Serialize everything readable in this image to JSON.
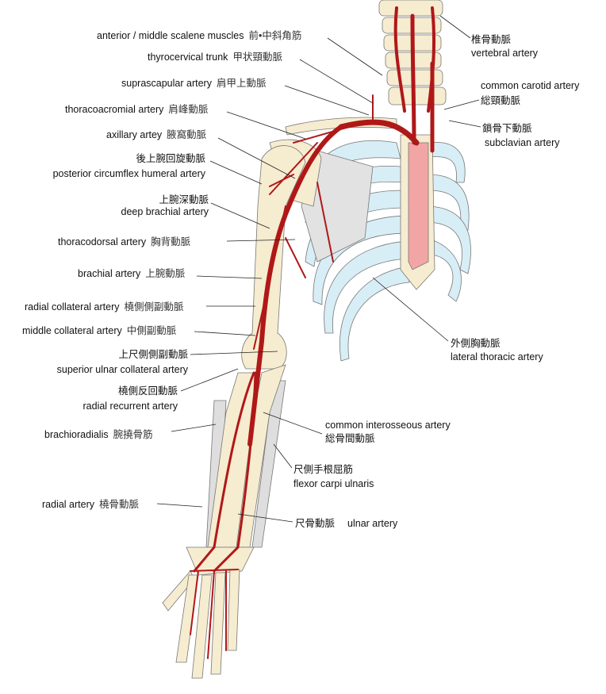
{
  "left_labels": {
    "scalene": {
      "en": "anterior / middle scalene muscles",
      "jp": "前•中斜角筋"
    },
    "thyrocervical": {
      "en": "thyrocervical trunk",
      "jp": "甲状頸動脈"
    },
    "suprascapular": {
      "en": "suprascapular artery",
      "jp": "肩甲上動脈"
    },
    "thoracoacromial": {
      "en": "thoracoacromial artery",
      "jp": "肩峰動脈"
    },
    "axillary": {
      "en": "axillary artey",
      "jp": "腋窩動脈"
    },
    "post_circumflex": {
      "jp": "後上腕回旋動脈",
      "en": "posterior circumflex humeral artery"
    },
    "deep_brachial": {
      "jp": "上腕深動脈",
      "en": "deep brachial artery"
    },
    "thoracodorsal": {
      "en": "thoracodorsal artery",
      "jp": "胸背動脈"
    },
    "brachial": {
      "en": "brachial artery",
      "jp": "上腕動脈"
    },
    "radial_collateral": {
      "en": "radial collateral artery",
      "jp": "橈側側副動脈"
    },
    "middle_collateral": {
      "en": "middle collateral artery",
      "jp": "中側副動脈"
    },
    "sup_ulnar_collateral": {
      "jp": "上尺側側副動脈",
      "en": "superior ulnar collateral artery"
    },
    "radial_recurrent": {
      "jp": "橈側反回動脈",
      "en": "radial recurrent artery"
    },
    "brachioradialis": {
      "en": "brachioradialis",
      "jp": "腕撓骨筋"
    },
    "radial": {
      "en": "radial artery",
      "jp": "橈骨動脈"
    }
  },
  "right_labels": {
    "vertebral": {
      "jp": "椎骨動脈",
      "en": "vertebral artery"
    },
    "common_carotid": {
      "en": "common carotid artery",
      "jp": "総頸動脈"
    },
    "subclavian": {
      "jp": "鎖骨下動脈",
      "en": "subclavian artery"
    },
    "lateral_thoracic": {
      "jp": "外側胸動脈",
      "en": "lateral thoracic artery"
    },
    "common_interosseous": {
      "en": "common interosseous artery",
      "jp": "総骨間動脈"
    },
    "flexor_carpi_ulnaris": {
      "jp": "尺側手根屈筋",
      "en": "flexor carpi ulnaris"
    },
    "ulnar": {
      "jp": "尺骨動脈",
      "en": "ulnar artery"
    }
  },
  "colors": {
    "artery": "#b01818",
    "bone": "#f6ecd0",
    "cartilage": "#d8eef6",
    "muscle": "#dcdcdc",
    "aorta": "#f2a5a5"
  }
}
